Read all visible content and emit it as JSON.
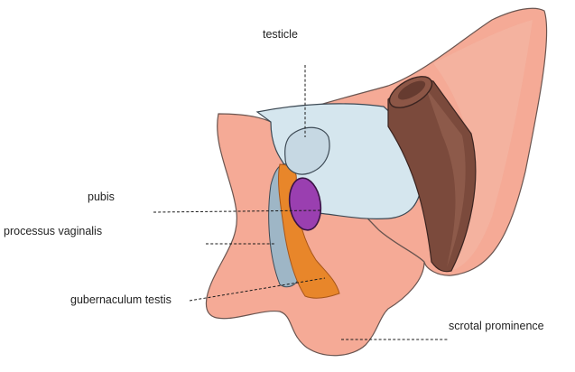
{
  "labels": {
    "testicle": "testicle",
    "pubis": "pubis",
    "processus_vaginalis": "processus vaginalis",
    "gubernaculum_testis": "gubernaculum testis",
    "scrotal_prominence": "scrotal prominence"
  },
  "colors": {
    "skin": "#f5aa96",
    "skin_outline": "#6a5550",
    "cavity": "#d5e6ee",
    "cavity_outline": "#3d4a55",
    "testicle": "#c6d8e3",
    "pubis": "#9a3fb0",
    "gubernaculum": "#e8862a",
    "vaginal_channel": "#9eb6c6",
    "vessel_dark": "#7b4a3c",
    "vessel_shadow": "#3b2420"
  }
}
